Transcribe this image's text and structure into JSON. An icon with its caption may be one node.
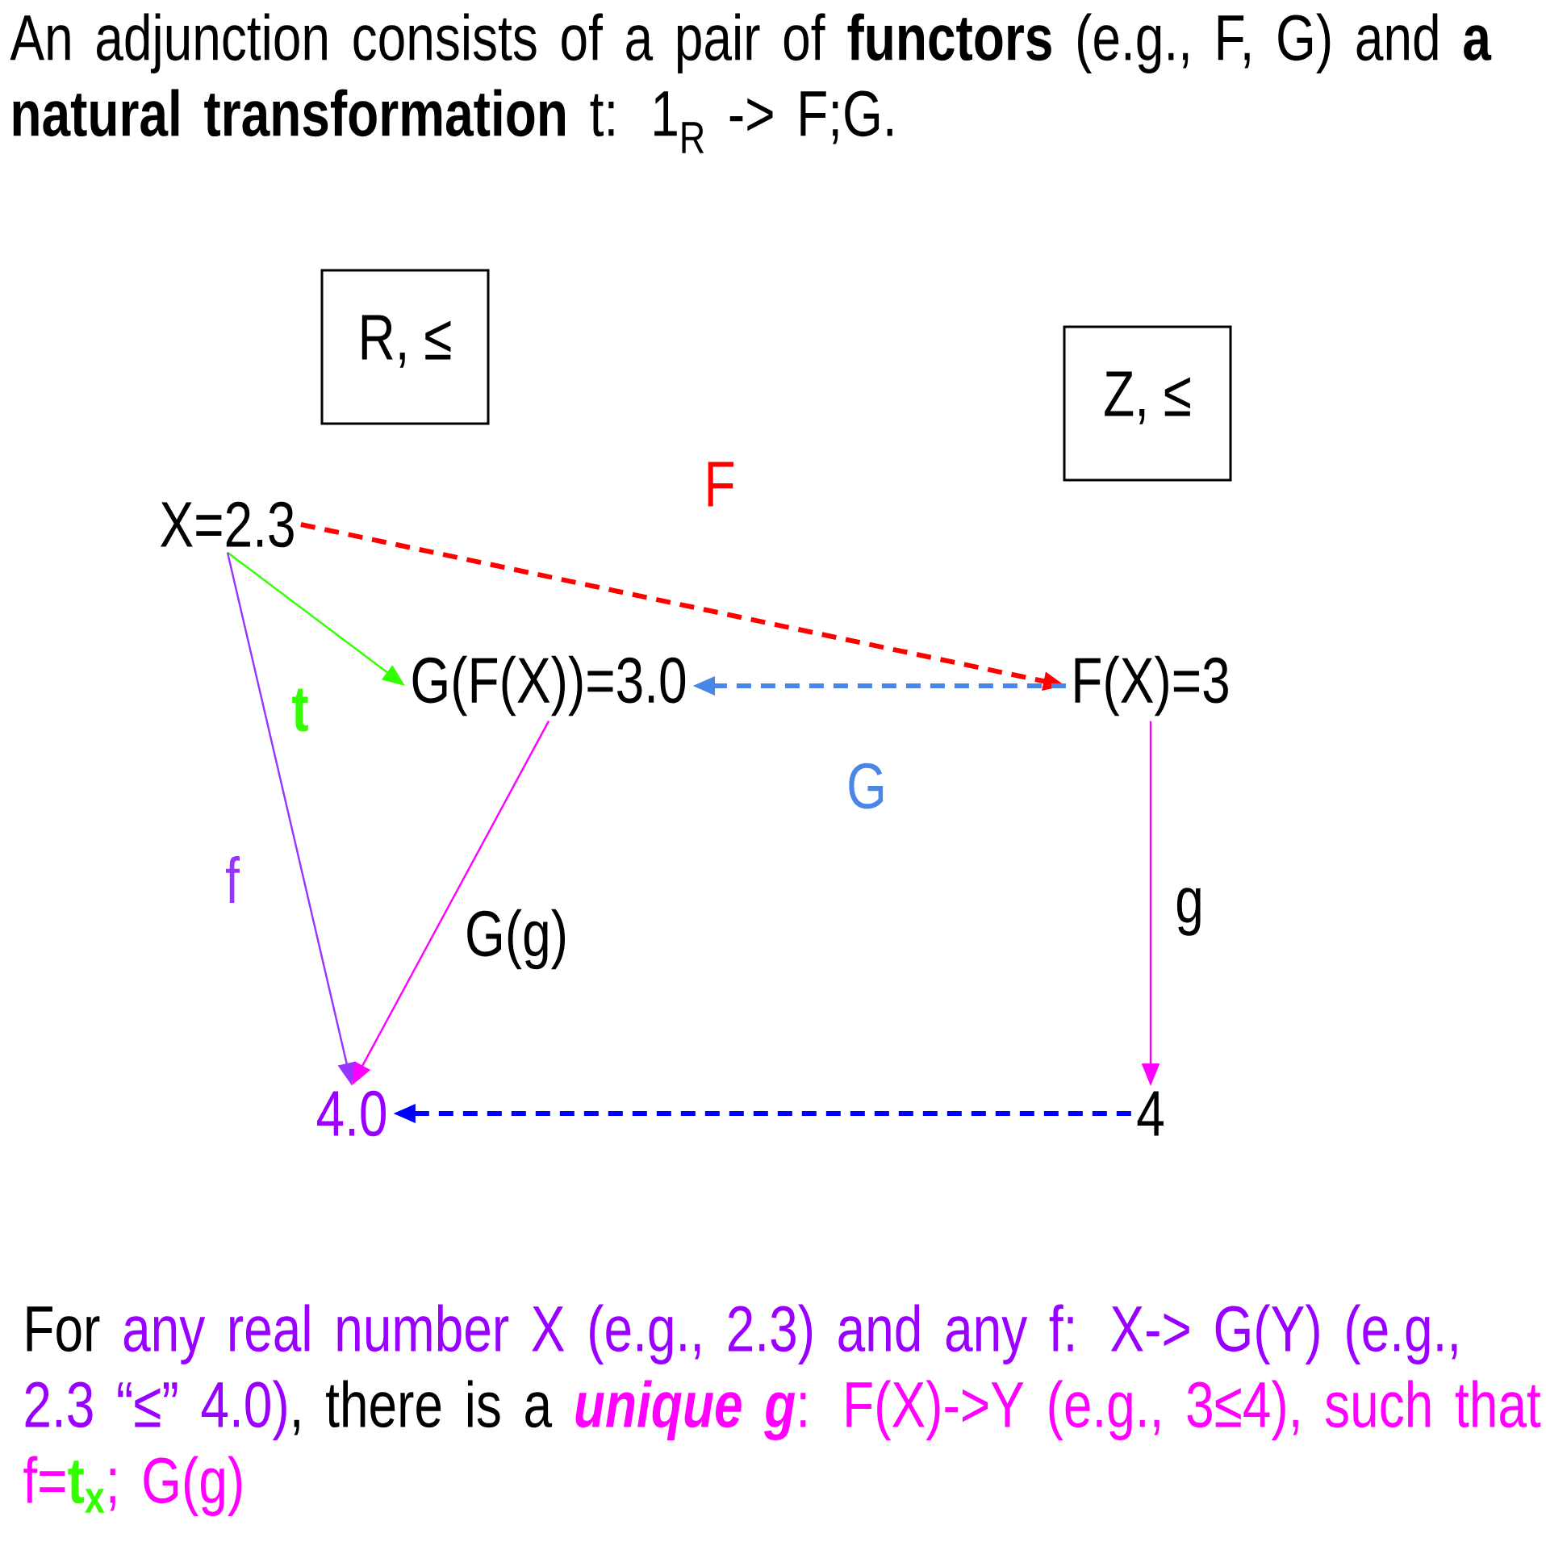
{
  "diagram": {
    "title": "An adjunction consists of a pair of **functors** (e.g., F, G) and **a natural transformation** t: 1$_{R}$ -> F;G.",
    "nodes": [
      {
        "text": [
          "R, ≤"
        ]
      },
      {
        "text": [
          "Z, ≤"
        ]
      },
      {
        "text": [
          "X=2.3"
        ]
      },
      {
        "text": [
          "G(F(X))=3.0"
        ]
      },
      {
        "text": [
          "F(X)=3"
        ]
      },
      {
        "text": [
          "4.0"
        ]
      },
      {
        "text": [
          "4"
        ]
      }
    ],
    "edges": [
      {
        "from": 2,
        "to": 4,
        "arrow": "to",
        "label": "F",
        "style": "dashed",
        "color": "#ff0000"
      },
      {
        "from": 4,
        "to": 3,
        "arrow": "to",
        "label": "G",
        "style": "dashed",
        "color": "#4a86e8"
      },
      {
        "from": 2,
        "to": 3,
        "arrow": "to",
        "label": "t",
        "color": "#33ff00"
      },
      {
        "from": 2,
        "to": 5,
        "arrow": "to",
        "label": "f",
        "color": "#9933ff"
      },
      {
        "from": 3,
        "to": 5,
        "arrow": "to",
        "label": "G(g)",
        "color": "#ff00ff"
      },
      {
        "from": 4,
        "to": 6,
        "arrow": "to",
        "label": "g",
        "color": "#ff00ff"
      },
      {
        "from": 6,
        "to": 5,
        "arrow": "to",
        "style": "dashed",
        "color": "#0000ff"
      }
    ],
    "labels": [
      "For",
      "any real number X (e.g., 2.3) and any f: X-> G(Y) (e.g., 2.3 “≤” 4.0)",
      ", there is a",
      "unique g",
      ": F(X)->Y (e.g., 3≤4), such that f=",
      "t$_{x}$",
      "; G(g)"
    ]
  }
}
